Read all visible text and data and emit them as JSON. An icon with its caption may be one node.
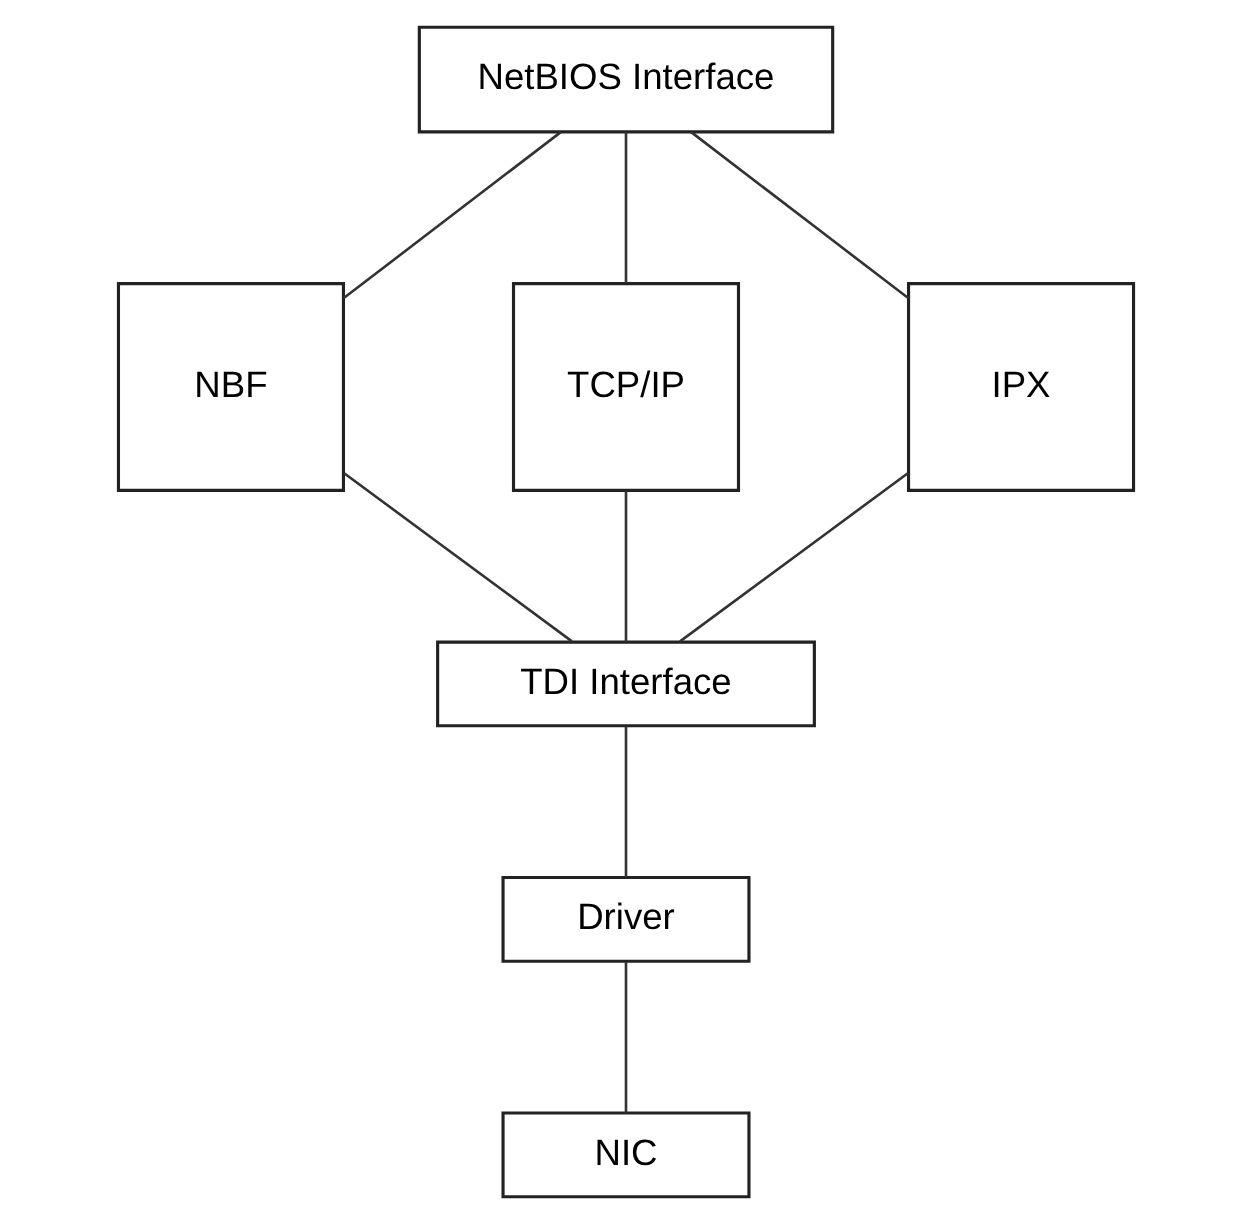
{
  "diagram": {
    "nodes": [
      {
        "text": [
          "NetBIOS Interface"
        ]
      },
      {
        "text": [
          "NBF"
        ]
      },
      {
        "text": [
          "TCP/IP"
        ]
      },
      {
        "text": [
          "IPX"
        ]
      },
      {
        "text": [
          "TDI Interface"
        ]
      },
      {
        "text": [
          "Driver"
        ]
      },
      {
        "text": [
          "NIC"
        ]
      }
    ],
    "edges": [
      {
        "from": 0,
        "to": 1,
        "arrow": "none"
      },
      {
        "from": 0,
        "to": 2,
        "arrow": "none"
      },
      {
        "from": 0,
        "to": 3,
        "arrow": "none"
      },
      {
        "from": 1,
        "to": 4,
        "arrow": "none"
      },
      {
        "from": 2,
        "to": 4,
        "arrow": "none"
      },
      {
        "from": 3,
        "to": 4,
        "arrow": "none"
      },
      {
        "from": 4,
        "to": 5,
        "arrow": "none"
      },
      {
        "from": 5,
        "to": 6,
        "arrow": "none"
      }
    ]
  }
}
